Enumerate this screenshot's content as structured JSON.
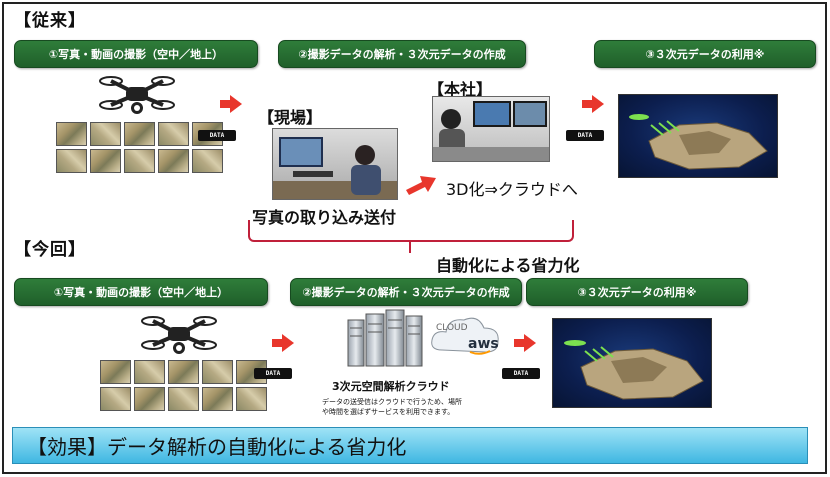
{
  "previous": {
    "title": "【従来】",
    "steps": [
      "①写真・動画の撮影（空中／地上）",
      "②撮影データの解析・３次元データの作成",
      "③３次元データの利用※"
    ],
    "site_label": "【現場】",
    "hq_label": "【本社】",
    "caption_site": "写真の取り込み送付",
    "caption_hq": "3D化⇒クラウドへ",
    "sd_label": "DATA"
  },
  "brace_label": "自動化による省力化",
  "current": {
    "title": "【今回】",
    "steps": [
      "①写真・動画の撮影（空中／地上）",
      "②撮影データの解析・３次元データの作成",
      "③３次元データの利用※"
    ],
    "cloud_label": "3次元空間解析クラウド",
    "cloud_note_1": "データの送受信はクラウドで行うため、場所",
    "cloud_note_2": "や時間を選ばずサービスを利用できます。",
    "cloud_text": "CLOUD",
    "aws_text": "aws",
    "sd_label": "DATA"
  },
  "effect": "【効果】データ解析の自動化による省力化",
  "colors": {
    "step_green": "#2f7d3a",
    "arrow_red": "#e8362c",
    "brace_red": "#c0203a",
    "banner_blue": "#3fb7e2"
  }
}
